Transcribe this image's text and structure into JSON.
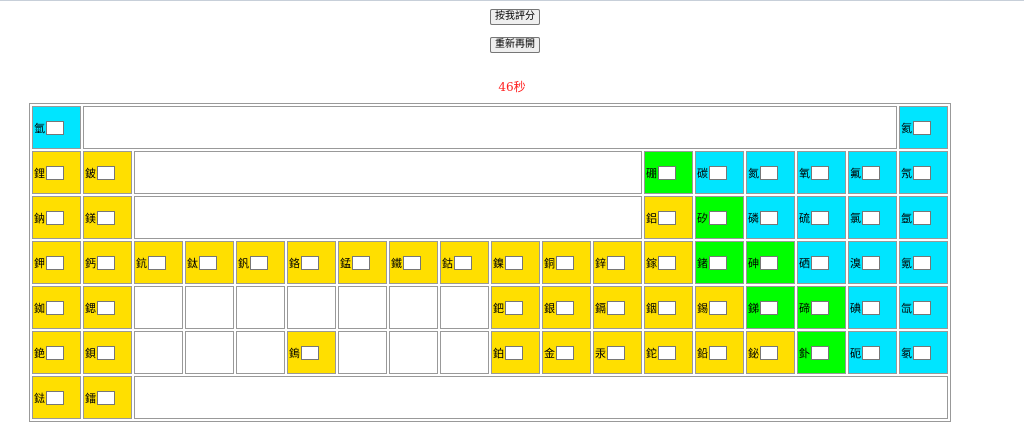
{
  "buttons": {
    "score": "按我評分",
    "restart": "重新再開"
  },
  "timer": "46秒",
  "colors": {
    "yellow": "#ffdf00",
    "cyan": "#00e5ff",
    "green": "#00ff00"
  },
  "rows": [
    [
      {
        "s": "氫",
        "c": "c"
      },
      {
        "gap": 16
      },
      {
        "s": "氦",
        "c": "c"
      }
    ],
    [
      {
        "s": "鋰",
        "c": "y"
      },
      {
        "s": "鈹",
        "c": "y"
      },
      {
        "gap": 10
      },
      {
        "s": "硼",
        "c": "g"
      },
      {
        "s": "碳",
        "c": "c"
      },
      {
        "s": "氮",
        "c": "c"
      },
      {
        "s": "氧",
        "c": "c"
      },
      {
        "s": "氟",
        "c": "c"
      },
      {
        "s": "氖",
        "c": "c"
      }
    ],
    [
      {
        "s": "鈉",
        "c": "y"
      },
      {
        "s": "鎂",
        "c": "y"
      },
      {
        "gap": 10
      },
      {
        "s": "鋁",
        "c": "y"
      },
      {
        "s": "矽",
        "c": "g"
      },
      {
        "s": "磷",
        "c": "c"
      },
      {
        "s": "硫",
        "c": "c"
      },
      {
        "s": "氯",
        "c": "c"
      },
      {
        "s": "氬",
        "c": "c"
      }
    ],
    [
      {
        "s": "鉀",
        "c": "y"
      },
      {
        "s": "鈣",
        "c": "y"
      },
      {
        "s": "鈧",
        "c": "y"
      },
      {
        "s": "鈦",
        "c": "y"
      },
      {
        "s": "釩",
        "c": "y"
      },
      {
        "s": "鉻",
        "c": "y"
      },
      {
        "s": "錳",
        "c": "y"
      },
      {
        "s": "鐵",
        "c": "y"
      },
      {
        "s": "鈷",
        "c": "y"
      },
      {
        "s": "鎳",
        "c": "y"
      },
      {
        "s": "銅",
        "c": "y"
      },
      {
        "s": "鋅",
        "c": "y"
      },
      {
        "s": "鎵",
        "c": "y"
      },
      {
        "s": "鍺",
        "c": "g"
      },
      {
        "s": "砷",
        "c": "g"
      },
      {
        "s": "硒",
        "c": "c"
      },
      {
        "s": "溴",
        "c": "c"
      },
      {
        "s": "氪",
        "c": "c"
      }
    ],
    [
      {
        "s": "銣",
        "c": "y"
      },
      {
        "s": "鍶",
        "c": "y"
      },
      {
        "s": "",
        "c": "gap"
      },
      {
        "s": "",
        "c": "gap"
      },
      {
        "s": "",
        "c": "gap"
      },
      {
        "s": "",
        "c": "gap"
      },
      {
        "s": "",
        "c": "gap"
      },
      {
        "s": "",
        "c": "gap"
      },
      {
        "s": "",
        "c": "gap"
      },
      {
        "s": "鈀",
        "c": "y"
      },
      {
        "s": "銀",
        "c": "y"
      },
      {
        "s": "鎘",
        "c": "y"
      },
      {
        "s": "銦",
        "c": "y"
      },
      {
        "s": "錫",
        "c": "y"
      },
      {
        "s": "銻",
        "c": "g"
      },
      {
        "s": "碲",
        "c": "g"
      },
      {
        "s": "碘",
        "c": "c"
      },
      {
        "s": "氙",
        "c": "c"
      }
    ],
    [
      {
        "s": "銫",
        "c": "y"
      },
      {
        "s": "鋇",
        "c": "y"
      },
      {
        "s": "",
        "c": "gap"
      },
      {
        "s": "",
        "c": "gap"
      },
      {
        "s": "",
        "c": "gap"
      },
      {
        "s": "鎢",
        "c": "y"
      },
      {
        "s": "",
        "c": "gap"
      },
      {
        "s": "",
        "c": "gap"
      },
      {
        "s": "",
        "c": "gap"
      },
      {
        "s": "鉑",
        "c": "y"
      },
      {
        "s": "金",
        "c": "y"
      },
      {
        "s": "汞",
        "c": "y"
      },
      {
        "s": "鉈",
        "c": "y"
      },
      {
        "s": "鉛",
        "c": "y"
      },
      {
        "s": "鉍",
        "c": "y"
      },
      {
        "s": "釙",
        "c": "g"
      },
      {
        "s": "砈",
        "c": "c"
      },
      {
        "s": "氡",
        "c": "c"
      }
    ],
    [
      {
        "s": "鍅",
        "c": "y"
      },
      {
        "s": "鐳",
        "c": "y"
      },
      {
        "gap": 16
      }
    ]
  ]
}
